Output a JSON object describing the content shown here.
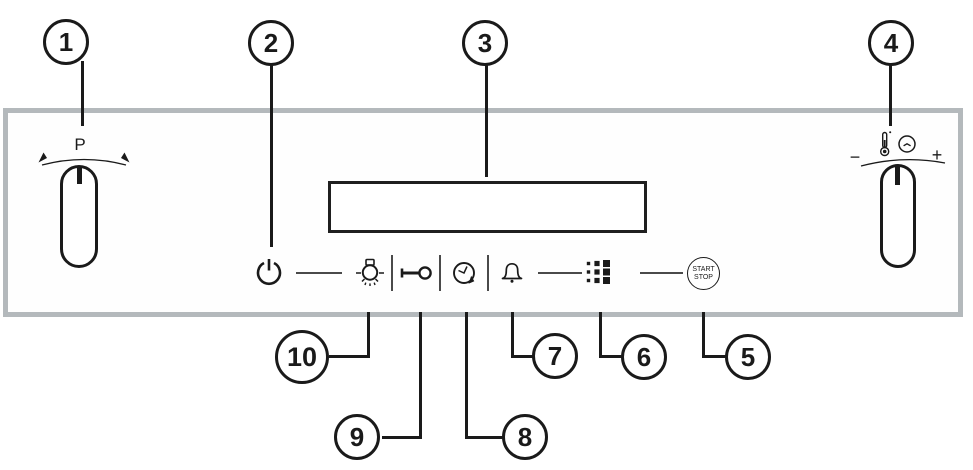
{
  "diagram": {
    "title": "oven-control-panel-diagram",
    "colors": {
      "panel_border": "#b4b9bc",
      "ink": "#1a1a1a"
    },
    "callouts": {
      "c1": {
        "label": "1"
      },
      "c2": {
        "label": "2"
      },
      "c3": {
        "label": "3"
      },
      "c4": {
        "label": "4"
      },
      "c5": {
        "label": "5"
      },
      "c6": {
        "label": "6"
      },
      "c7": {
        "label": "7"
      },
      "c8": {
        "label": "8"
      },
      "c9": {
        "label": "9"
      },
      "c10": {
        "label": "10"
      }
    },
    "program_knob": {
      "label": "P"
    },
    "adjust_knob": {
      "minus": "−",
      "plus": "+"
    },
    "start_stop_button": {
      "top": "START",
      "bottom": "STOP"
    },
    "icons": [
      "power-icon",
      "oven-light-icon",
      "key-lock-icon",
      "timer-icon",
      "alarm-bell-icon",
      "keypad-icon",
      "thermometer-icon",
      "clock-icon"
    ]
  }
}
